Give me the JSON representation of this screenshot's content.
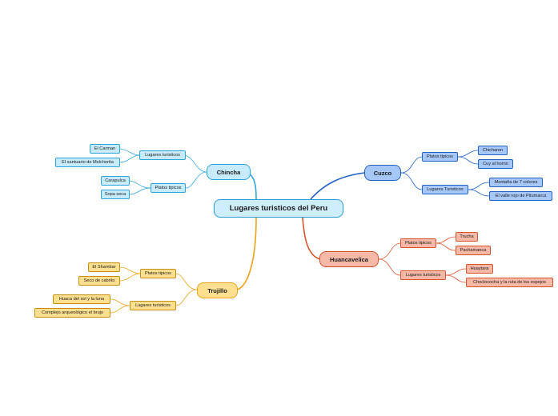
{
  "root": {
    "label": "Lugares turisticos del Peru"
  },
  "branches": {
    "chincha": {
      "label": "Chincha",
      "color": "#2ea6dc",
      "lugares": {
        "label": "Lugares turisticos",
        "items": [
          "El Carman",
          "El santuario de Melchorita"
        ]
      },
      "platos": {
        "label": "Platos tipicos",
        "items": [
          "Carapulca",
          "Sopa seca"
        ]
      }
    },
    "cuzco": {
      "label": "Cuzco",
      "color": "#2160c4",
      "platos": {
        "label": "Platos tipicos",
        "items": [
          "Chicharon",
          "Cuy al horno"
        ]
      },
      "lugares": {
        "label": "Lugares Turisticos",
        "items": [
          "Montaña de 7 colores",
          "El valle rojo de Pitumarca"
        ]
      }
    },
    "huancavelica": {
      "label": "Huancavelica",
      "color": "#d6532c",
      "platos": {
        "label": "Platos tipicos",
        "items": [
          "Trucha",
          "Pachamanca"
        ]
      },
      "lugares": {
        "label": "Lugares turisticos",
        "items": [
          "Huaytara",
          "Choclococha y la ruta de los espejos"
        ]
      }
    },
    "trujillo": {
      "label": "Trujillo",
      "color": "#e9a419",
      "platos": {
        "label": "Platos tipicos",
        "items": [
          "El Shambar",
          "Seco de cabrito"
        ]
      },
      "lugares": {
        "label": "Lugares turisticos",
        "items": [
          "Huaca del sol y la luna",
          "Complejo arqueológico el brujo"
        ]
      }
    }
  }
}
